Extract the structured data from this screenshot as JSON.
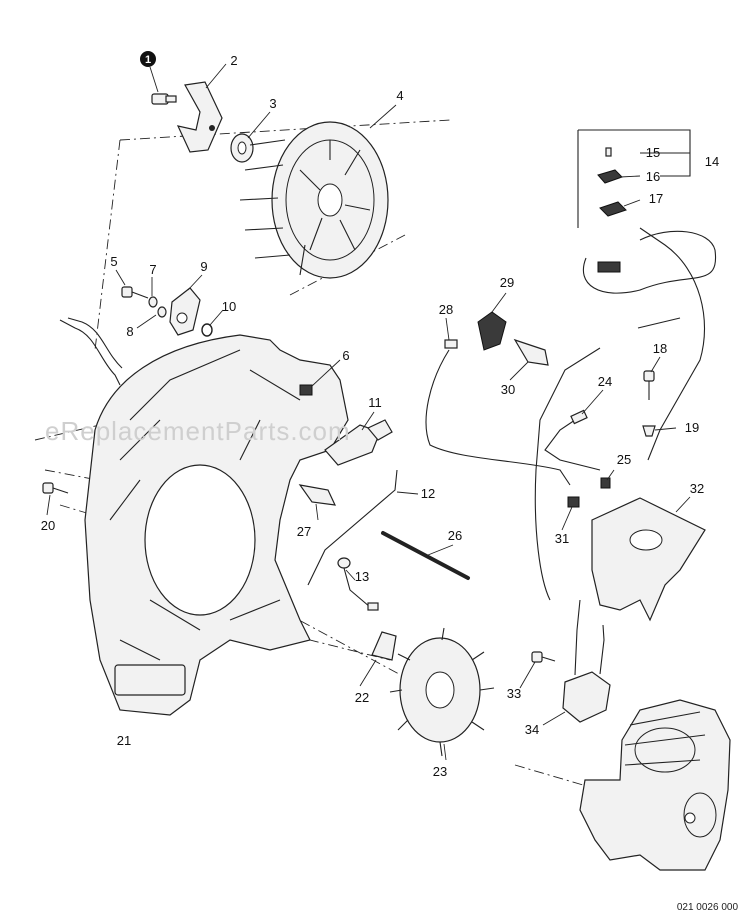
{
  "watermark": "eReplacementParts.com",
  "diagram_code": "021 0026 000",
  "marker_label": "1",
  "callouts": [
    {
      "id": "c2",
      "text": "2"
    },
    {
      "id": "c3",
      "text": "3"
    },
    {
      "id": "c4",
      "text": "4"
    },
    {
      "id": "c5",
      "text": "5"
    },
    {
      "id": "c6",
      "text": "6"
    },
    {
      "id": "c7",
      "text": "7"
    },
    {
      "id": "c8",
      "text": "8"
    },
    {
      "id": "c9",
      "text": "9"
    },
    {
      "id": "c10",
      "text": "10"
    },
    {
      "id": "c11",
      "text": "11"
    },
    {
      "id": "c12",
      "text": "12"
    },
    {
      "id": "c13",
      "text": "13"
    },
    {
      "id": "c14",
      "text": "14"
    },
    {
      "id": "c15",
      "text": "15"
    },
    {
      "id": "c16",
      "text": "16"
    },
    {
      "id": "c17",
      "text": "17"
    },
    {
      "id": "c18",
      "text": "18"
    },
    {
      "id": "c19",
      "text": "19"
    },
    {
      "id": "c20",
      "text": "20"
    },
    {
      "id": "c21",
      "text": "21"
    },
    {
      "id": "c22",
      "text": "22"
    },
    {
      "id": "c23",
      "text": "23"
    },
    {
      "id": "c24",
      "text": "24"
    },
    {
      "id": "c25",
      "text": "25"
    },
    {
      "id": "c26",
      "text": "26"
    },
    {
      "id": "c27",
      "text": "27"
    },
    {
      "id": "c28",
      "text": "28"
    },
    {
      "id": "c29",
      "text": "29"
    },
    {
      "id": "c30",
      "text": "30"
    },
    {
      "id": "c31",
      "text": "31"
    },
    {
      "id": "c32",
      "text": "32"
    },
    {
      "id": "c33",
      "text": "33"
    },
    {
      "id": "c34",
      "text": "34"
    }
  ]
}
